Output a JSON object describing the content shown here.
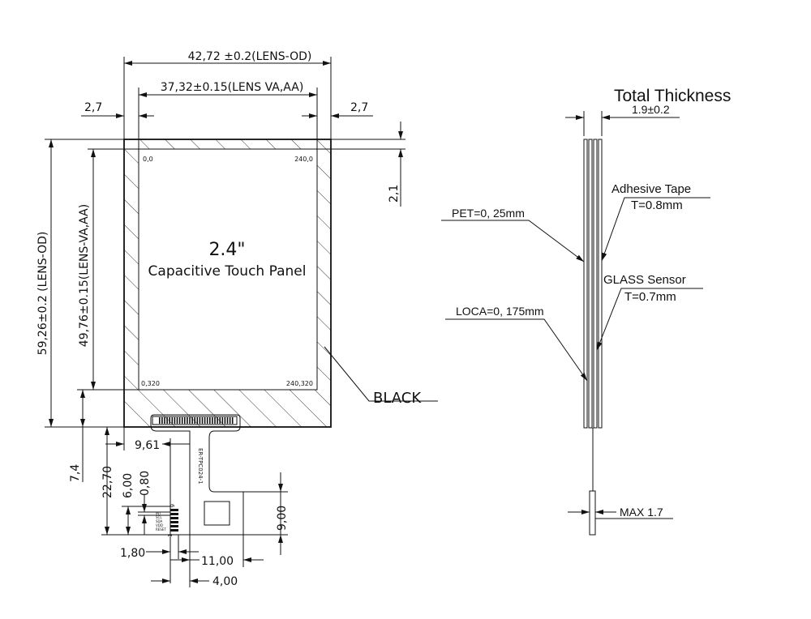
{
  "front_view": {
    "width_od": "42,72 ±0.2(LENS-OD)",
    "width_va": "37,32±0.15(LENS VA,AA)",
    "left_margin": "2,7",
    "right_margin": "2,7",
    "top_margin": "2,1",
    "height_od": "59,26±0.2 (LENS-OD)",
    "height_va": "49,76±0.15(LENS-VA,AA)",
    "bottom_margin": "7,4",
    "size": "2.4\"",
    "product": "Capacitive Touch Panel",
    "corner_tl": "0,0",
    "corner_tr": "240,0",
    "corner_bl": "0,320",
    "corner_br": "240,320",
    "border_label": "BLACK"
  },
  "fpc": {
    "part_number": "ER-TPC024-1",
    "pin_first": "1",
    "pin_last": "6",
    "pin_labels": [
      "INT",
      "SCL",
      "SDA",
      "VDD",
      "RESET"
    ],
    "dim_offset": "9,61",
    "dim_length": "22,70",
    "dim_contacts": "6,00",
    "dim_pitch": "0,80",
    "dim_stiffener_height": "9,00",
    "dim_edge": "1,80",
    "dim_stiffener_width": "11,00",
    "dim_tail_width": "4,00"
  },
  "side_view": {
    "title": "Total Thickness",
    "total": "1.9±0.2",
    "adhesive_label": "Adhesive Tape",
    "adhesive_t": "T=0.8mm",
    "pet": "PET=0, 25mm",
    "glass_label": "GLASS Sensor",
    "glass_t": "T=0.7mm",
    "loca": "LOCA=0, 175mm",
    "fpc_max": "MAX 1.7"
  }
}
